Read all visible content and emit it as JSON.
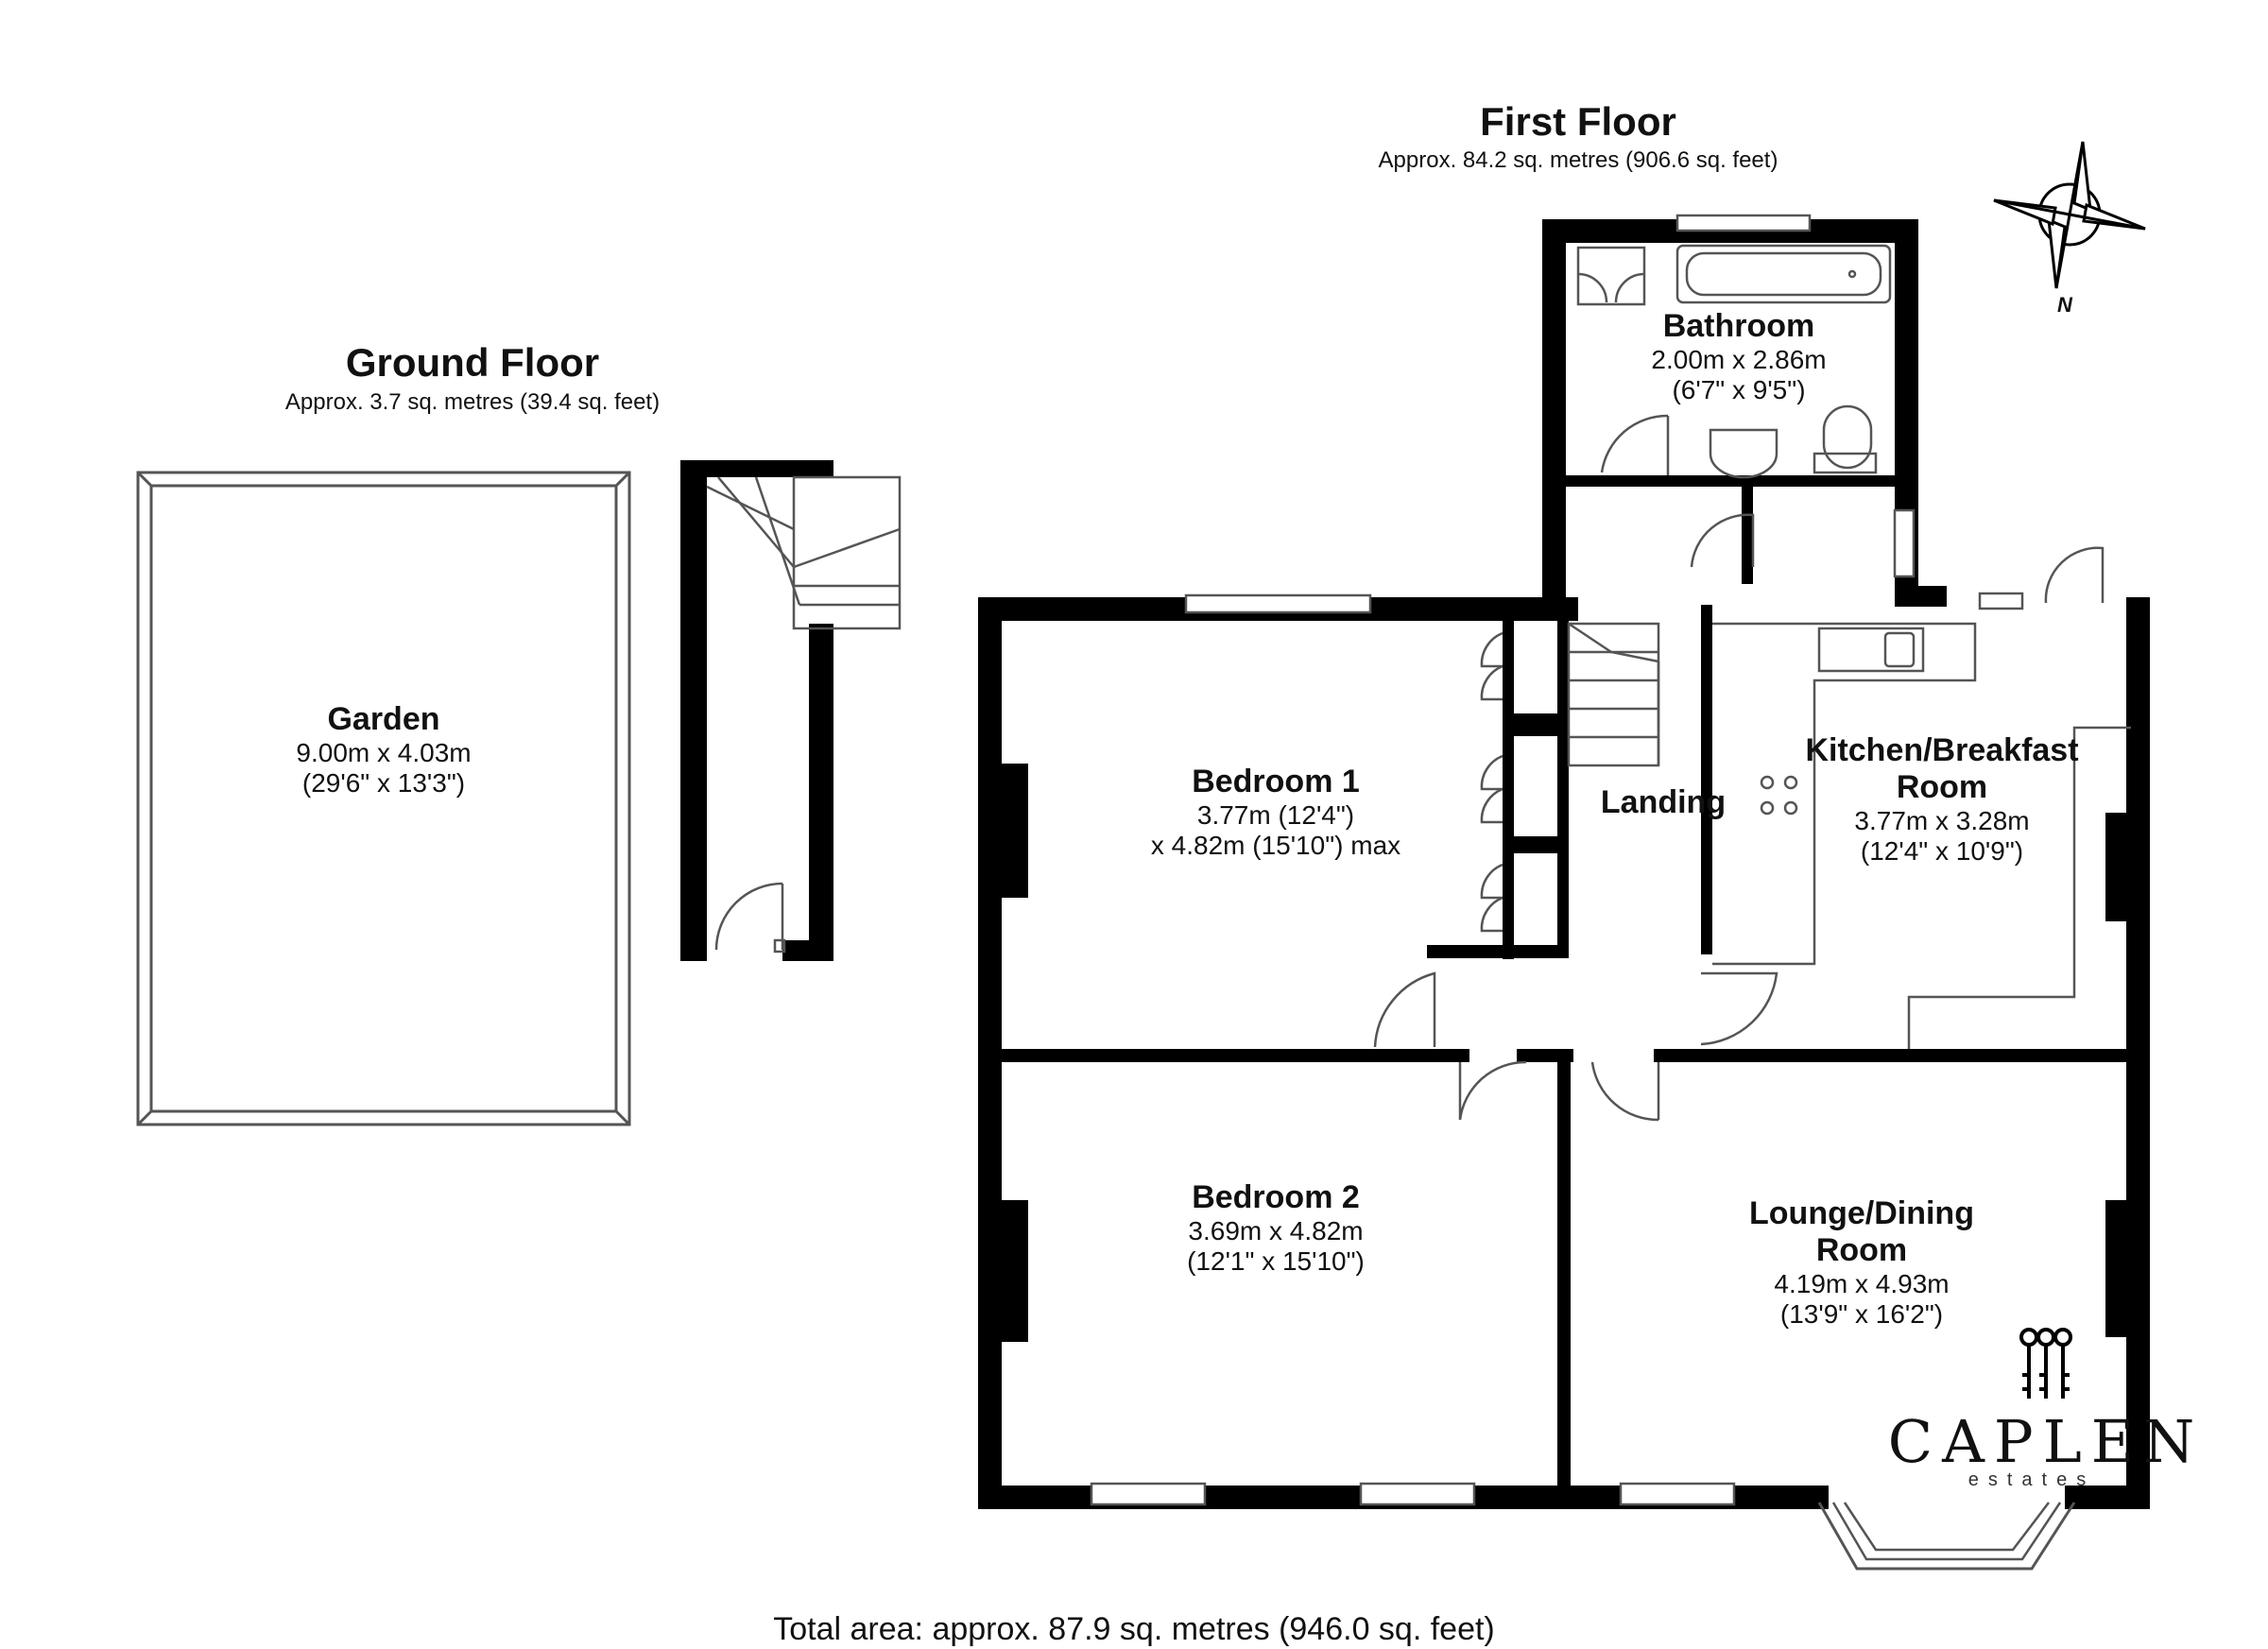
{
  "ground_floor": {
    "title": "Ground Floor",
    "area": "Approx. 3.7 sq. metres (39.4 sq. feet)"
  },
  "first_floor": {
    "title": "First Floor",
    "area": "Approx. 84.2 sq. metres (906.6 sq. feet)"
  },
  "rooms": {
    "garden": {
      "name": "Garden",
      "dim1": "9.00m x 4.03m",
      "dim2": "(29'6\" x 13'3\")"
    },
    "bathroom": {
      "name": "Bathroom",
      "dim1": "2.00m x 2.86m",
      "dim2": "(6'7\" x 9'5\")"
    },
    "bedroom1": {
      "name": "Bedroom 1",
      "dim1": "3.77m (12'4\")",
      "dim2": "x 4.82m (15'10\") max"
    },
    "landing": {
      "name": "Landing"
    },
    "kitchen": {
      "name1": "Kitchen/Breakfast",
      "name2": "Room",
      "dim1": "3.77m x 3.28m",
      "dim2": "(12'4\" x 10'9\")"
    },
    "bedroom2": {
      "name": "Bedroom 2",
      "dim1": "3.69m x 4.82m",
      "dim2": "(12'1\" x 15'10\")"
    },
    "lounge": {
      "name1": "Lounge/Dining",
      "name2": "Room",
      "dim1": "4.19m x 4.93m",
      "dim2": "(13'9\" x 16'2\")"
    }
  },
  "compass": {
    "letter": "N",
    "icon": "compass-rose-icon"
  },
  "brand": {
    "name": "CAPLEN",
    "tagline": "estates",
    "icon": "keys-logo-icon"
  },
  "total_area": "Total area: approx. 87.9 sq. metres (946.0 sq. feet)",
  "colors": {
    "wall": "#000000",
    "fixture": "#555555",
    "background": "#ffffff"
  }
}
